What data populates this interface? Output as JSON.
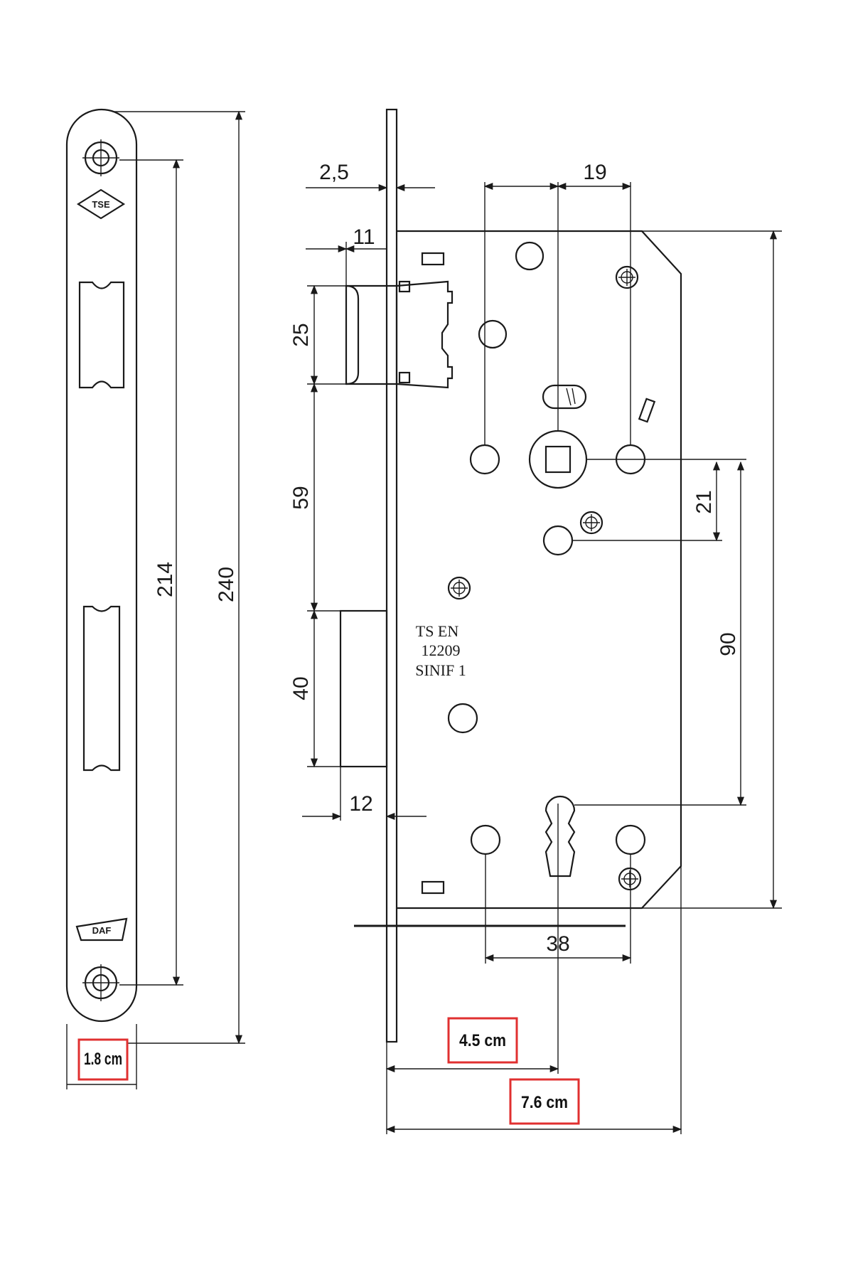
{
  "dimensions": {
    "backset_gap": "2,5",
    "latch_projection": "11",
    "follower_offset": "19",
    "latch_height": "25",
    "latch_to_bolt": "59",
    "bolt_height": "40",
    "bolt_projection": "12",
    "follower_to_lever": "21",
    "follower_to_key": "90",
    "key_hole_spacing": "38",
    "faceplate_hole_spacing": "214",
    "faceplate_length": "240"
  },
  "annotations": {
    "faceplate_width": "1.8 cm",
    "backset": "4.5 cm",
    "case_depth": "7.6 cm"
  },
  "standard_text": {
    "line1": "TS EN",
    "line2": "12209",
    "line3": "SINIF 1"
  },
  "logos": {
    "tse": "TSE",
    "daf": "DAF"
  },
  "colors": {
    "line": "#1a1a1a",
    "highlight_box": "#e03030"
  }
}
